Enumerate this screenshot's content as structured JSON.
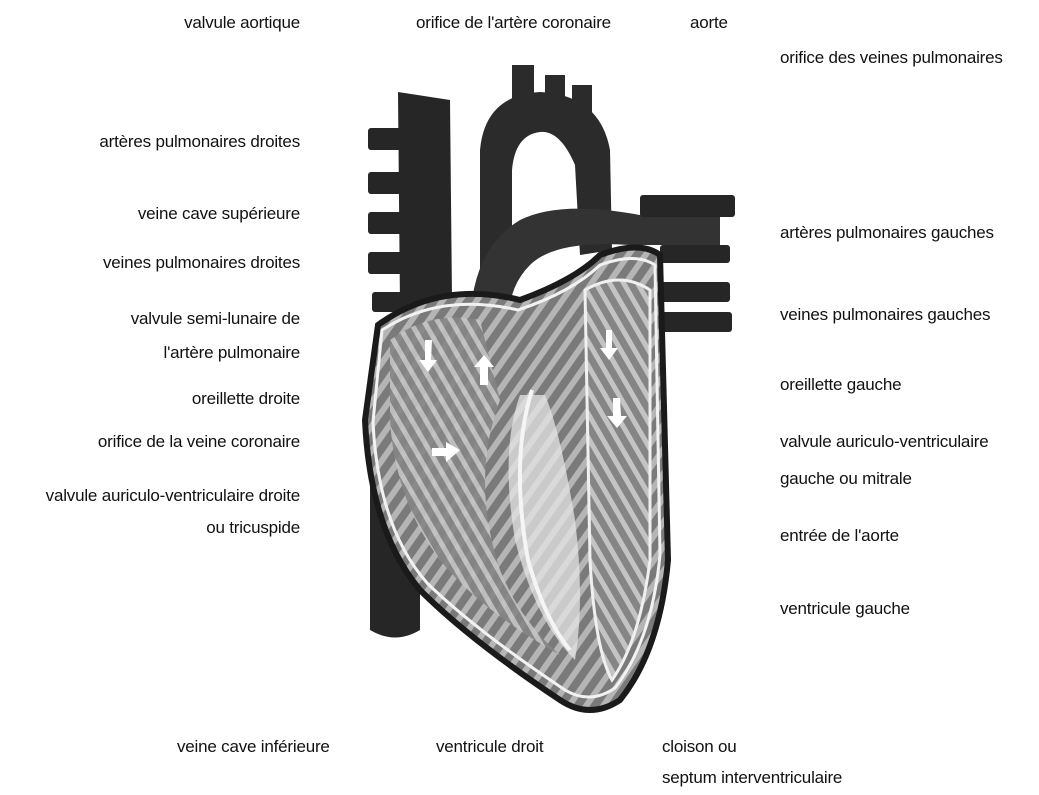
{
  "labels": {
    "valvule_aortique": "valvule aortique",
    "orifice_artere_coronaire": "orifice de l'artère coronaire",
    "aorte": "aorte",
    "orifice_veines_pulmonaires": "orifice des veines pulmonaires",
    "arteres_pulmonaires_droites": "artères pulmonaires droites",
    "veine_cave_superieure": "veine cave supérieure",
    "veines_pulmonaires_droites": "veines pulmonaires droites",
    "valvule_semi_lunaire_l1": "valvule semi-lunaire de",
    "valvule_semi_lunaire_l2": "l'artère pulmonaire",
    "oreillette_droite": "oreillette droite",
    "orifice_veine_coronaire": "orifice de la veine coronaire",
    "valvule_av_droite_l1": "valvule auriculo-ventriculaire droite",
    "valvule_av_droite_l2": "ou tricuspide",
    "arteres_pulmonaires_gauches": "artères pulmonaires gauches",
    "veines_pulmonaires_gauches": "veines pulmonaires gauches",
    "oreillette_gauche": "oreillette gauche",
    "valvule_av_gauche_l1": "valvule auriculo-ventriculaire",
    "valvule_av_gauche_l2": "gauche ou mitrale",
    "entree_aorte": "entrée de l'aorte",
    "ventricule_gauche": "ventricule gauche",
    "veine_cave_inferieure": "veine cave inférieure",
    "ventricule_droit": "ventricule droit",
    "cloison_l1": "cloison ou",
    "cloison_l2": "septum interventriculaire"
  },
  "colors": {
    "vessel": "#2a2a2a",
    "muscle": "#8c8c8c",
    "muscle_light": "#bdbdbd",
    "outline": "#ffffff",
    "ink": "#111111"
  }
}
